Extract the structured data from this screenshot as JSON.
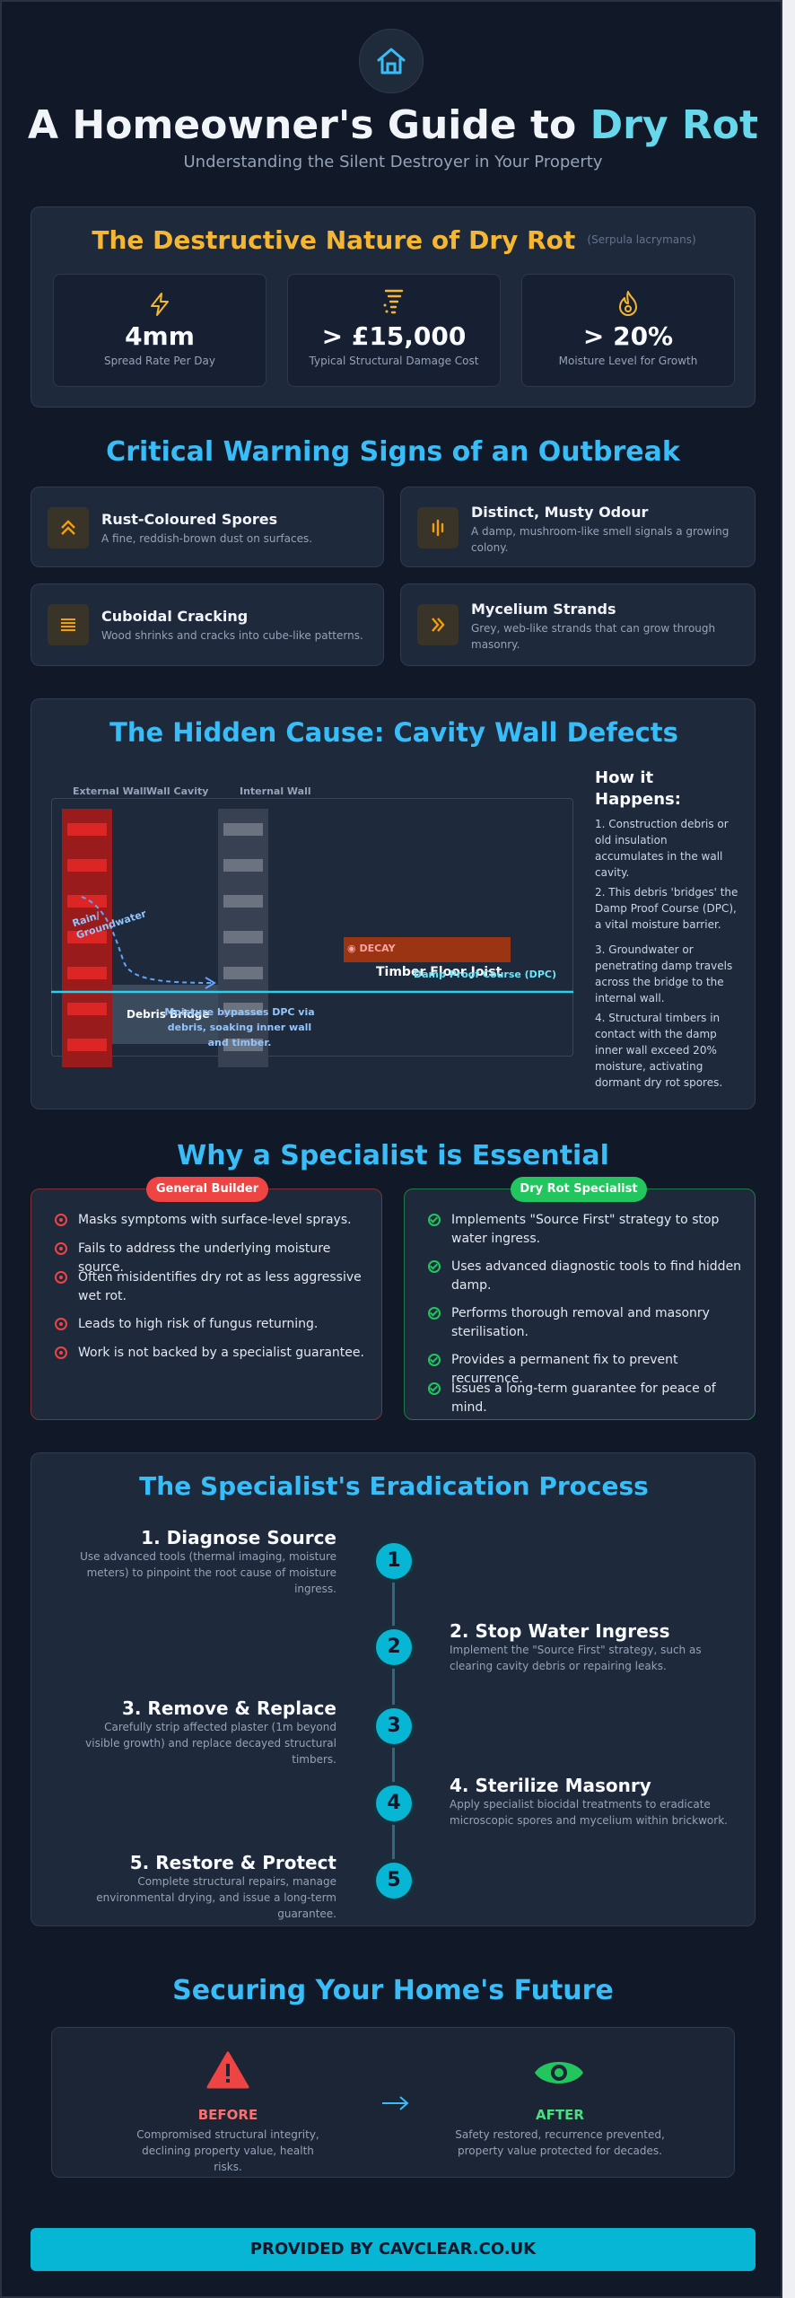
{
  "header": {
    "icon": "home-icon",
    "title_main": "A Homeowner's Guide to ",
    "title_accent": "Dry Rot",
    "subtitle": "Understanding the Silent Destroyer in Your Property"
  },
  "destructive": {
    "title": "The Destructive Nature of Dry Rot",
    "latin": "(Serpula lacrymans)",
    "stats": [
      {
        "icon": "lightning-icon",
        "value": "4mm",
        "label": "Spread Rate Per Day"
      },
      {
        "icon": "tornado-icon",
        "value": "> £15,000",
        "label": "Typical Structural Damage Cost"
      },
      {
        "icon": "flame-icon",
        "value": "> 20%",
        "label": "Moisture Level for Growth"
      }
    ]
  },
  "warning": {
    "title": "Critical Warning Signs of an Outbreak",
    "signs": [
      {
        "icon": "chevrons-up-icon",
        "title": "Rust-Coloured Spores",
        "desc": "A fine, reddish-brown dust on surfaces."
      },
      {
        "icon": "bars-vertical-icon",
        "title": "Distinct, Musty Odour",
        "desc": "A damp, mushroom-like smell signals a growing colony."
      },
      {
        "icon": "lines-horizontal-icon",
        "title": "Cuboidal Cracking",
        "desc": "Wood shrinks and cracks into cube-like patterns."
      },
      {
        "icon": "chevrons-right-icon",
        "title": "Mycelium Strands",
        "desc": "Grey, web-like strands that can grow through masonry."
      }
    ]
  },
  "cause": {
    "title": "The Hidden Cause: Cavity Wall Defects",
    "diagram": {
      "external_wall": "External Wall",
      "wall_cavity": "Wall Cavity",
      "internal_wall": "Internal Wall",
      "rain": "Rain/ Groundwater",
      "decay": "DECAY",
      "timber": "Timber Floor Joist",
      "dpc": "Damp Proof Course (DPC)",
      "debris": "Debris Bridge",
      "bypass": "Moisture bypasses DPC via debris, soaking inner wall and timber."
    },
    "how_title": "How it Happens:",
    "steps": [
      "1. Construction debris or old insulation accumulates in the wall cavity.",
      "2. This debris 'bridges' the Damp Proof Course (DPC), a vital moisture barrier.",
      "3. Groundwater or penetrating damp travels across the bridge to the internal wall.",
      "4. Structural timbers in contact with the damp inner wall exceed 20% moisture, activating dormant dry rot spores."
    ]
  },
  "specialist": {
    "title": "Why a Specialist is Essential",
    "builder": {
      "label": "General Builder",
      "items": [
        "Masks symptoms with surface-level sprays.",
        "Fails to address the underlying moisture source.",
        "Often misidentifies dry rot as less aggressive wet rot.",
        "Leads to high risk of fungus returning.",
        "Work is not backed by a specialist guarantee."
      ]
    },
    "expert": {
      "label": "Dry Rot Specialist",
      "items": [
        "Implements \"Source First\" strategy to stop water ingress.",
        "Uses advanced diagnostic tools to find hidden damp.",
        "Performs thorough removal and masonry sterilisation.",
        "Provides a permanent fix to prevent recurrence.",
        "Issues a long-term guarantee for peace of mind."
      ]
    }
  },
  "process": {
    "title": "The Specialist's Eradication Process",
    "steps": [
      {
        "num": "1",
        "title": "1. Diagnose Source",
        "desc": "Use advanced tools (thermal imaging, moisture meters) to pinpoint the root cause of moisture ingress."
      },
      {
        "num": "2",
        "title": "2. Stop Water Ingress",
        "desc": "Implement the \"Source First\" strategy, such as clearing cavity debris or repairing leaks."
      },
      {
        "num": "3",
        "title": "3. Remove & Replace",
        "desc": "Carefully strip affected plaster (1m beyond visible growth) and replace decayed structural timbers."
      },
      {
        "num": "4",
        "title": "4. Sterilize Masonry",
        "desc": "Apply specialist biocidal treatments to eradicate microscopic spores and mycelium within brickwork."
      },
      {
        "num": "5",
        "title": "5. Restore & Protect",
        "desc": "Complete structural repairs, manage environmental drying, and issue a long-term guarantee."
      }
    ]
  },
  "future": {
    "title": "Securing Your Home's Future",
    "before_label": "BEFORE",
    "before_desc": "Compromised structural integrity, declining property value, health risks.",
    "after_label": "AFTER",
    "after_desc": "Safety restored, recurrence prevented, property value protected for decades."
  },
  "footer": {
    "label": "PROVIDED BY CAVCLEAR.CO.UK"
  },
  "colors": {
    "accent": "#38bdf8",
    "gold": "#f5b733",
    "danger": "#ef4444",
    "success": "#22c55e",
    "footer": "#06b6d4"
  }
}
